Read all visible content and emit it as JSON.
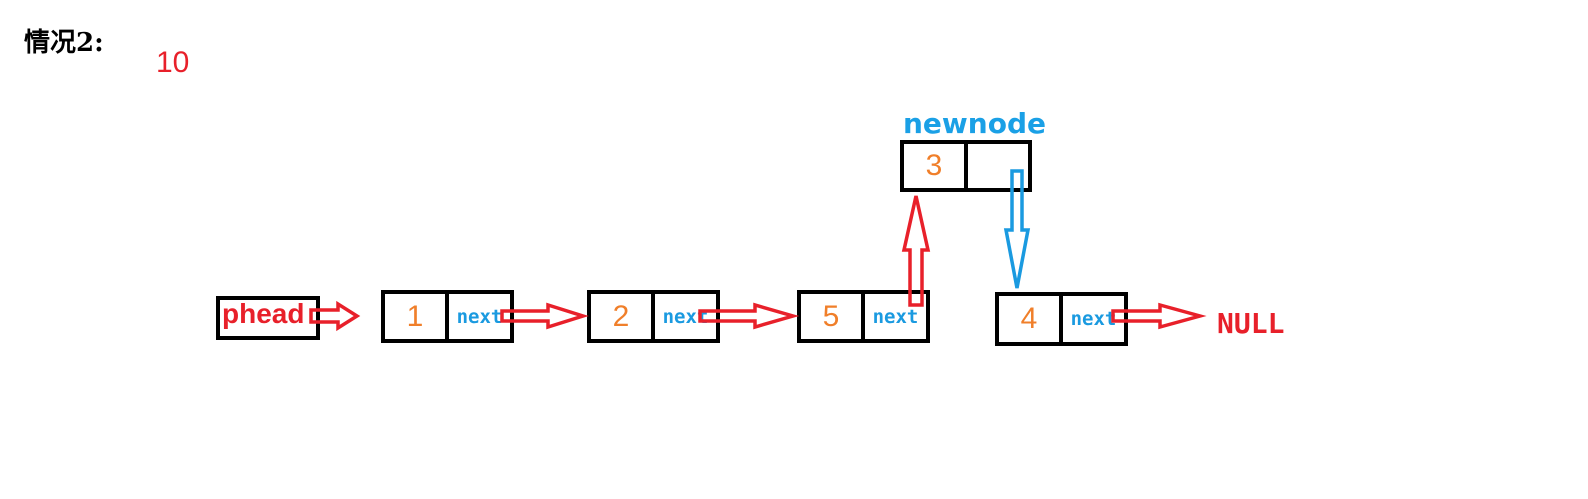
{
  "title": "情况2:",
  "number": "10",
  "head_label": "phead",
  "newnode": {
    "label": "newnode",
    "value": "3",
    "next": ""
  },
  "nodes": [
    {
      "value": "1",
      "next": "next"
    },
    {
      "value": "2",
      "next": "next"
    },
    {
      "value": "5",
      "next": "next"
    },
    {
      "value": "4",
      "next": "next"
    }
  ],
  "terminal": "NULL",
  "colors": {
    "red": "#e8202a",
    "blue": "#1a9ae0",
    "orange": "#f07f2a",
    "black": "#000000"
  }
}
